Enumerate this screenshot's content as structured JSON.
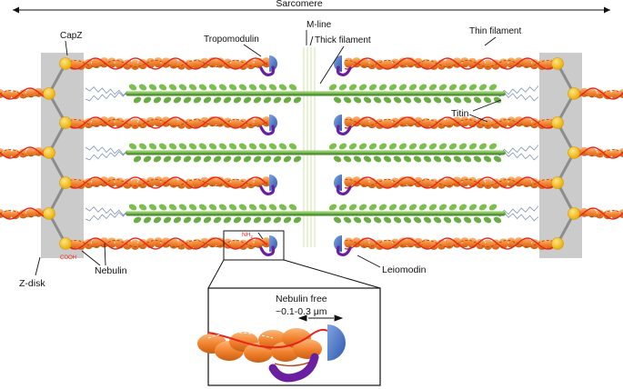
{
  "labels": {
    "sarcomere": "Sarcomere",
    "capz": "CapZ",
    "tropomodulin": "Tropomodulin",
    "m_line": "M-line",
    "thick_filament": "Thick filament",
    "thin_filament": "Thin filament",
    "titin": "Titin",
    "nh2": "NH",
    "nh2_sub": "2",
    "cooh": "COOH",
    "z_disk": "Z-disk",
    "nebulin": "Nebulin",
    "leiomodin": "Leiomodin",
    "nebulin_free": "Nebulin free",
    "nebulin_free_range": "~0.1-0.3 μm"
  },
  "colors": {
    "actin": "#f07f2a",
    "actin_light": "#f9a25c",
    "nebulin": "#e8231e",
    "capz": "#f5c518",
    "tropomodulin": "#3f6fc7",
    "leiomodin": "#6a1fa0",
    "thick": "#5c9e3a",
    "myosin_head": "#7bbf4e",
    "z_disk": "#c9c9c9",
    "titin": "#7e93b8",
    "m_line": "#c9e29a",
    "cooh_text": "#e8231e"
  },
  "icons": [
    "double-arrow-icon",
    "pointer-arrow-icon"
  ]
}
